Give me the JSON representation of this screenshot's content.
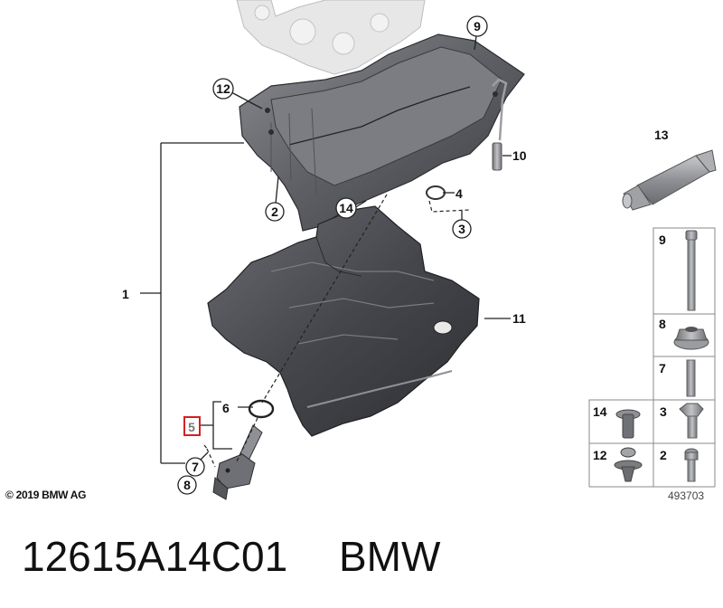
{
  "callouts": {
    "c1": "1",
    "c2": "2",
    "c3": "3",
    "c4": "4",
    "c5": "5",
    "c6": "6",
    "c7": "7",
    "c8": "8",
    "c9": "9",
    "c10": "10",
    "c11": "11",
    "c12": "12",
    "c13": "13",
    "c14": "14"
  },
  "legend_panel": {
    "rows": [
      {
        "left": "9"
      },
      {
        "left": "8"
      },
      {
        "left": "7"
      },
      {
        "left": "14",
        "right": "3"
      },
      {
        "left": "12",
        "right": "2"
      }
    ]
  },
  "copyright": "© 2019 BMW AG",
  "diagram_number": "493703",
  "caption": {
    "part_number": "12615A14C01",
    "brand": "BMW"
  },
  "colors": {
    "highlight": "#d62020",
    "part_dark": "#4a4b50",
    "part_mid": "#6e7075",
    "engine_light": "#e4e4e4"
  }
}
